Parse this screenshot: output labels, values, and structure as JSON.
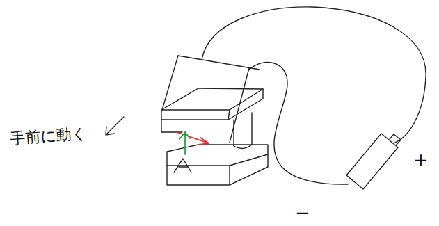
{
  "diagram": {
    "labels": [
      "手前に動く",
      "+",
      "−"
    ]
  }
}
